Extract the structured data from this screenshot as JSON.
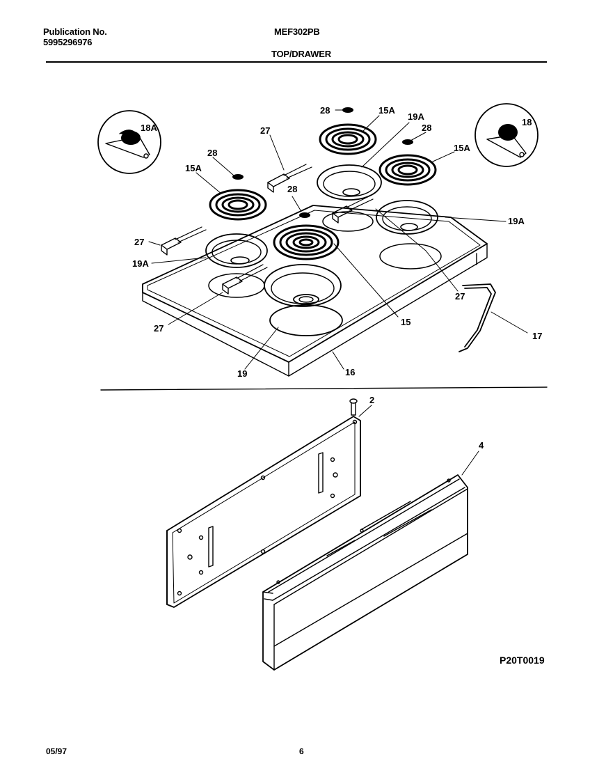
{
  "header": {
    "publication_label": "Publication No.",
    "publication_number": "5995296976",
    "model": "MEF302PB",
    "section": "TOP/DRAWER"
  },
  "callouts": {
    "c28a": "28",
    "c15Aa": "15A",
    "c19Aa": "19A",
    "c28b": "28",
    "c15Ab": "15A",
    "c27a": "27",
    "c28c": "28",
    "c15Ac": "15A",
    "c28d": "28",
    "c27b": "27",
    "c19Ab": "19A",
    "c19Ac": "19A",
    "c27c": "27",
    "c27d": "27",
    "c15": "15",
    "c17": "17",
    "c19": "19",
    "c16": "16",
    "c18A": "18A",
    "c18": "18",
    "c2": "2",
    "c4": "4"
  },
  "figure_ref": "P20T0019",
  "footer": {
    "date": "05/97",
    "page": "6"
  }
}
